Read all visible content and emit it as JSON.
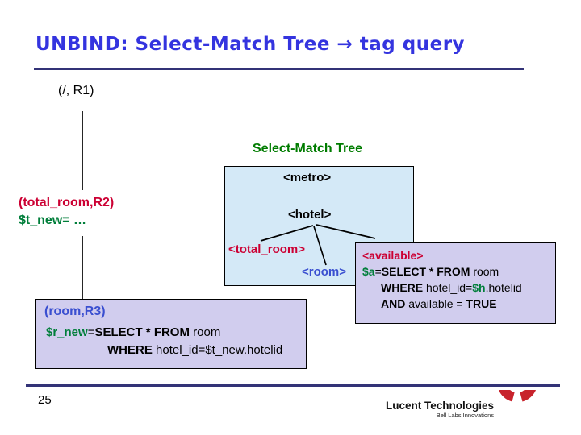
{
  "title": "UNBIND: Select-Match Tree → tag query",
  "left_flow": {
    "root_label": "(/, R1)",
    "step2_label": "(total_room,R2)",
    "step2_assign": "$t_new= …"
  },
  "tree": {
    "caption": "Select-Match Tree",
    "root": "<metro>",
    "level2": "<hotel>",
    "leaf_left": "<total_room>",
    "leaf_mid": "<room>"
  },
  "available_box": {
    "tag": "<available>",
    "var1": "$a",
    "eq": "=",
    "kw_select": "SELECT * FROM",
    "tbl": " room",
    "kw_where": "WHERE",
    "cond1": " hotel_id=",
    "var2": "$h",
    "cond2": ".hotelid",
    "kw_and": "AND",
    "cond3": " available = ",
    "kw_true": "TRUE"
  },
  "room_box": {
    "label": "(room,R3)",
    "var": "$r_new",
    "eq": "=",
    "kw_select": "SELECT * FROM",
    "tbl": " room",
    "kw_where": "WHERE",
    "cond": " hotel_id=$t_new.hotelid"
  },
  "footer": {
    "page_number": "25",
    "logo_line1": "Lucent Technologies",
    "logo_line2": "Bell Labs Innovations"
  },
  "colors": {
    "title_blue": "#3434DF",
    "rule_navy": "#333377",
    "caption_green": "#007C00",
    "variable_green": "#007E3A",
    "tag_crimson": "#CC0033",
    "node_blue": "#3A4FD0",
    "tree_box_fill": "#D4E9F7",
    "query_box_fill": "#D1CDEE",
    "logo_red": "#C8232C"
  }
}
